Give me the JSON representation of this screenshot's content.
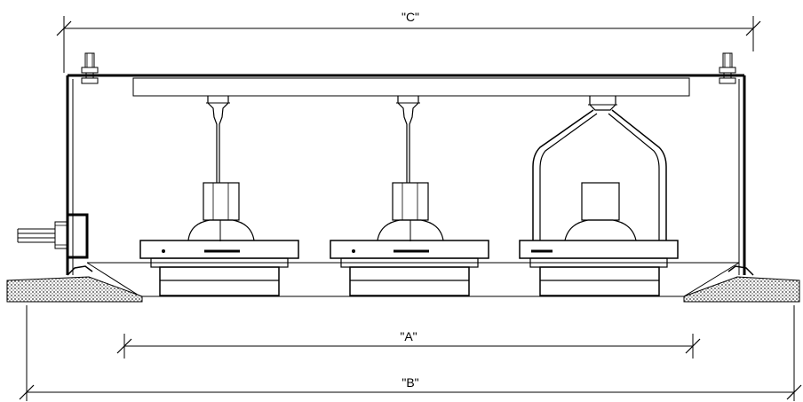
{
  "dimensions": {
    "a_label": "\"A\"",
    "b_label": "\"B\"",
    "c_label": "\"C\""
  },
  "colors": {
    "line": "#000000",
    "background": "#ffffff",
    "ceiling_hatch": "#555555"
  }
}
